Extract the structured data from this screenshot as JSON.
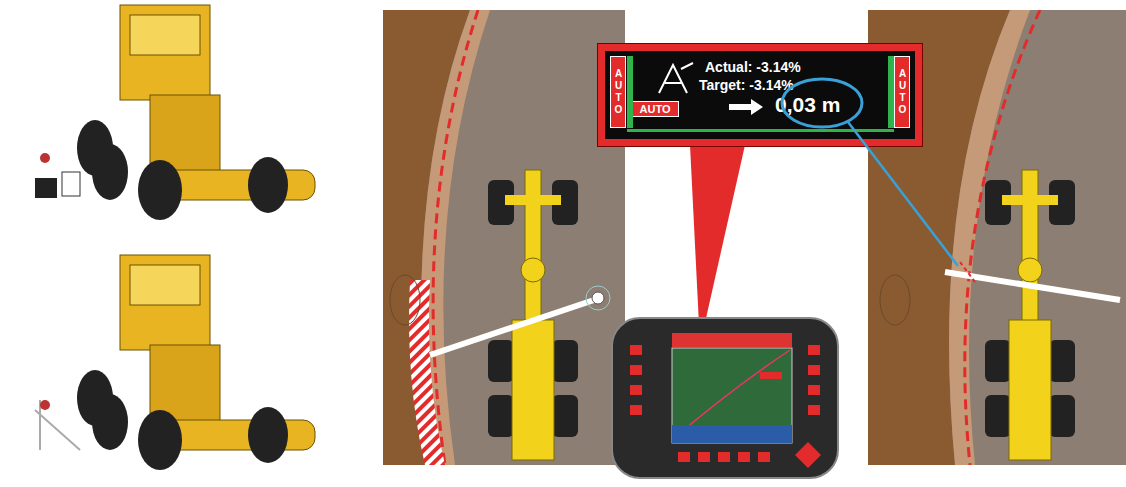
{
  "diagram": {
    "nodes": [
      {
        "text": [
          "Actual: -3.14%",
          "Target: -3.14%",
          "0,03 m"
        ]
      },
      {
        "text": [
          "AUTO"
        ],
        "in": 0
      },
      {
        "text": [
          "AUTO"
        ],
        "in": 0
      },
      {
        "text": [
          "AUTO"
        ],
        "in": 0
      }
    ]
  }
}
